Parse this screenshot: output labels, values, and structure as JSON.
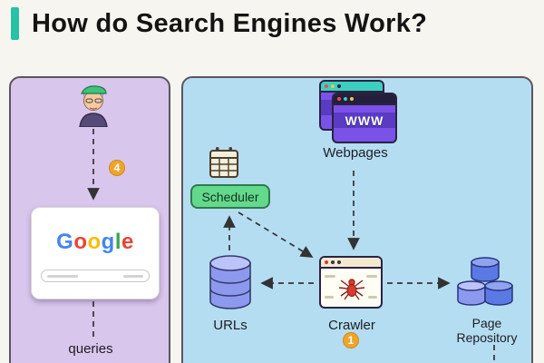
{
  "header": {
    "title": "How do Search Engines Work?"
  },
  "left_panel": {
    "step_badge": "4",
    "google_card": {
      "letters": [
        {
          "char": "G",
          "color": "#4285F4"
        },
        {
          "char": "o",
          "color": "#EA4335"
        },
        {
          "char": "o",
          "color": "#FBBC05"
        },
        {
          "char": "g",
          "color": "#4285F4"
        },
        {
          "char": "l",
          "color": "#34A853"
        },
        {
          "char": "e",
          "color": "#EA4335"
        }
      ]
    },
    "queries_label": "queries"
  },
  "right_panel": {
    "webpages": {
      "label": "Webpages",
      "www_text": "WWW"
    },
    "scheduler": {
      "label": "Scheduler"
    },
    "urls": {
      "label": "URLs"
    },
    "crawler": {
      "label": "Crawler",
      "step_badge": "1"
    },
    "repository": {
      "label": "Page Repository"
    }
  },
  "colors": {
    "accent_bar": "#27c2a4",
    "left_panel_bg": "#d9c6ec",
    "right_panel_bg": "#b5ddf2",
    "scheduler_green": "#63d98b",
    "badge_orange": "#f0a528",
    "webpage_purple": "#7b52e8",
    "database_periwinkle": "#8d99ee",
    "database_blue": "#5b79e4",
    "crawler_red": "#d63b2f"
  }
}
